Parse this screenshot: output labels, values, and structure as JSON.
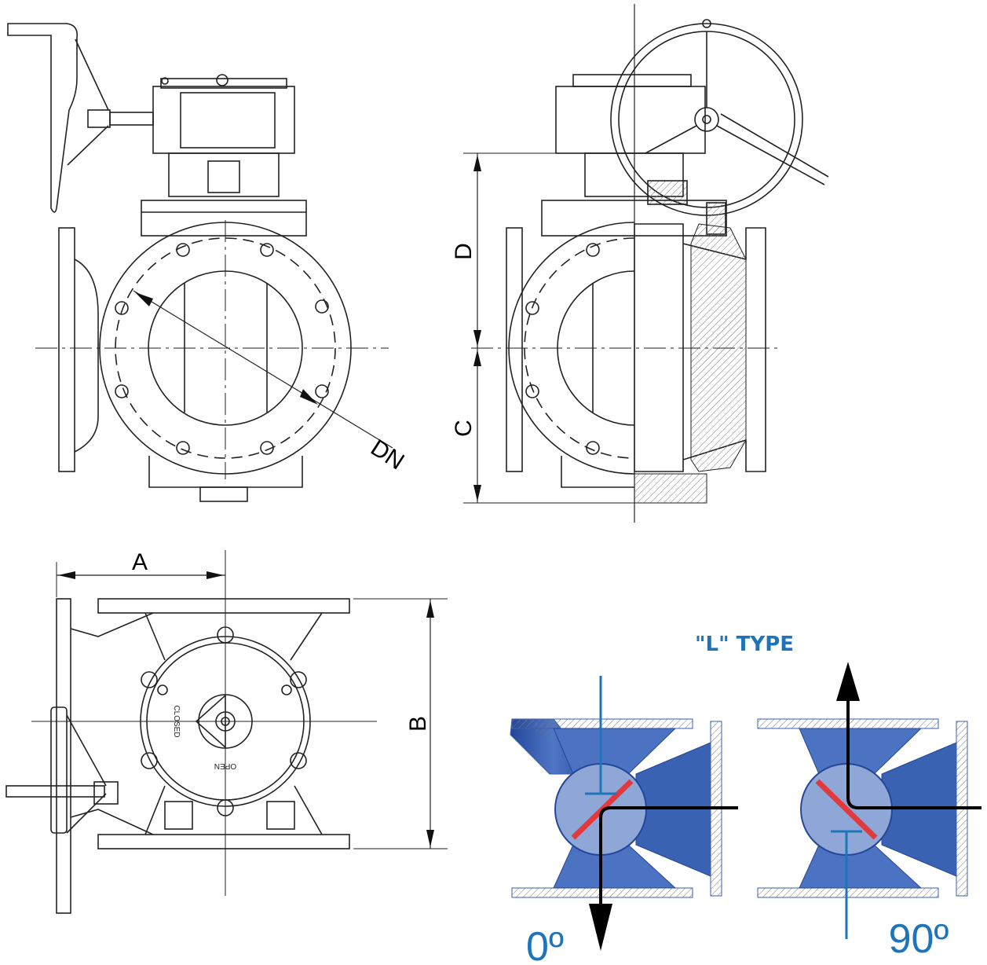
{
  "labels": {
    "dn": "DN",
    "a": "A",
    "b": "B",
    "c": "C",
    "d": "D",
    "closed": "CLOSED",
    "open": "OPEN"
  },
  "flow_diagram": {
    "title": "\"L\" TYPE",
    "pos_0": "0º",
    "pos_90": "90º",
    "colors": {
      "body_blue": "#2f5aa8",
      "light_blue": "#8ea7d6",
      "seal_red": "#e2393c",
      "accent": "#1d74bb"
    }
  }
}
